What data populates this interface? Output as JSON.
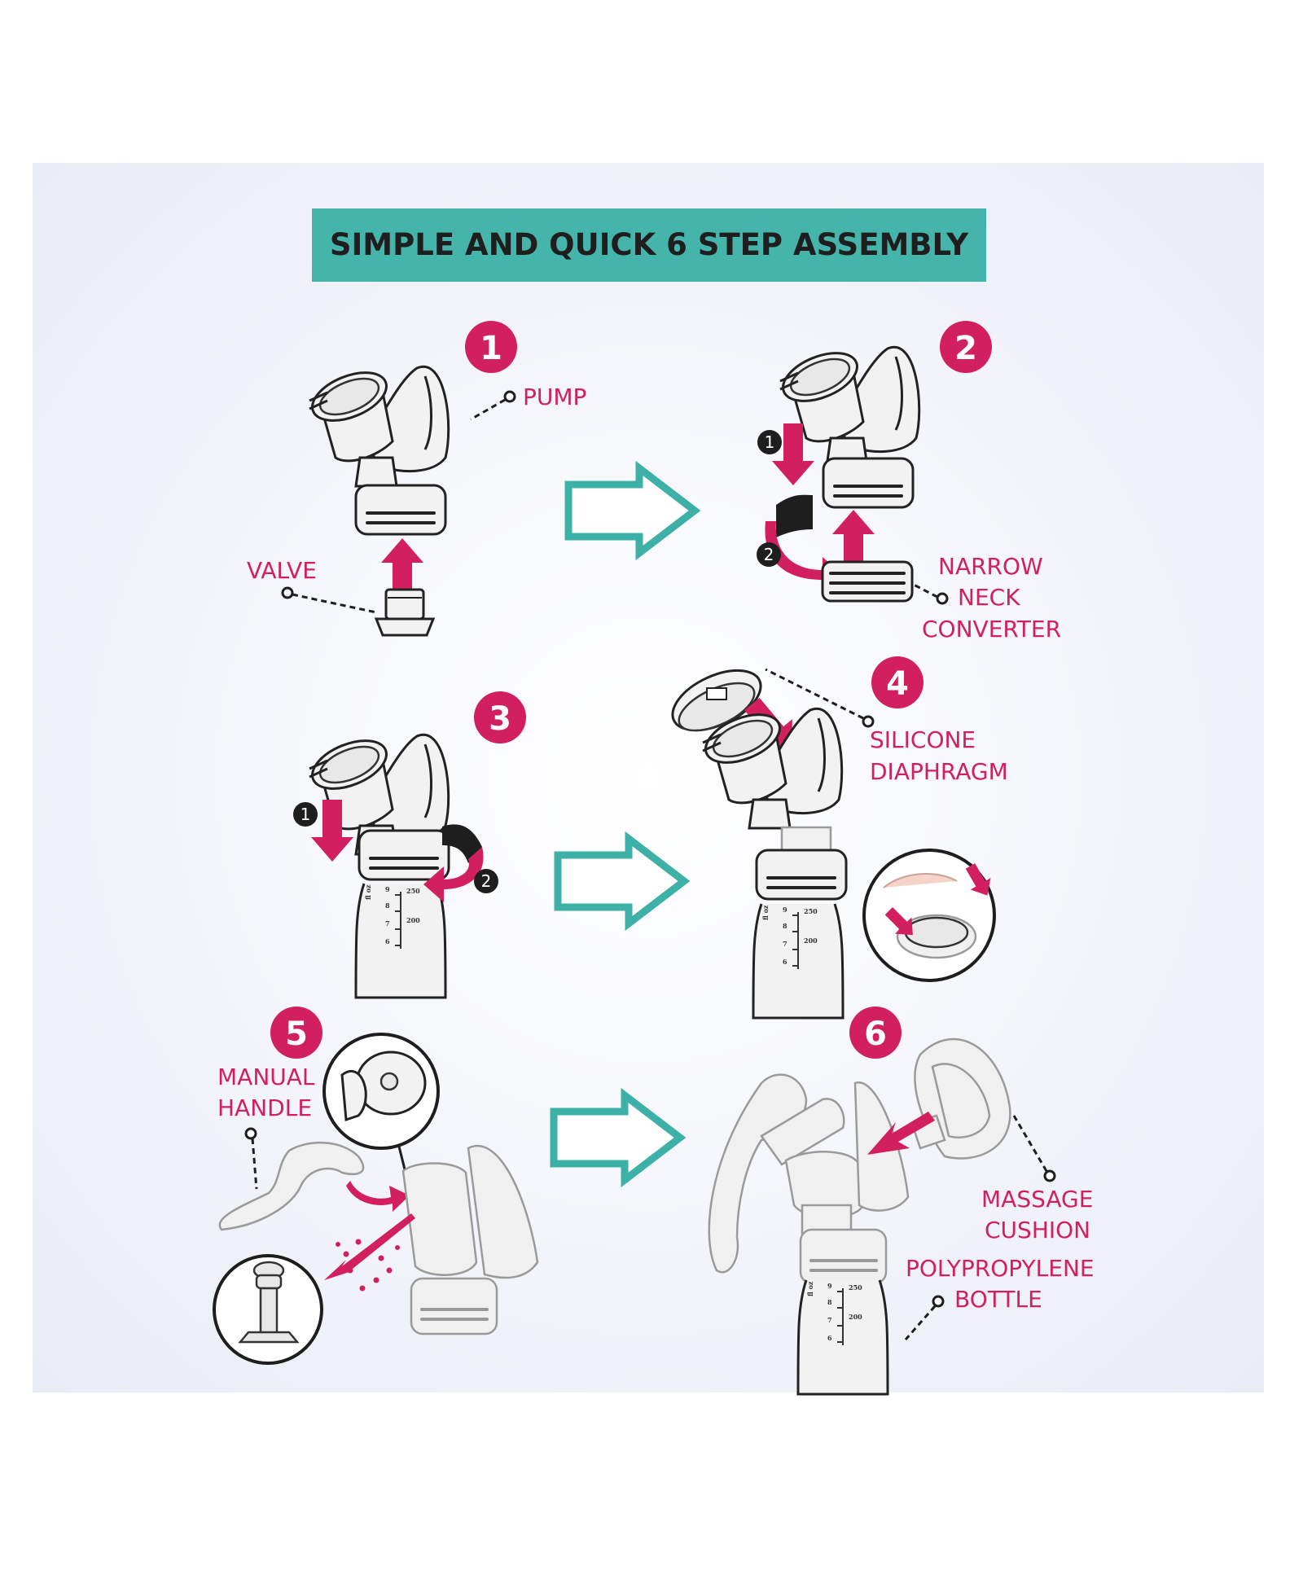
{
  "title": "SIMPLE AND QUICK 6 STEP ASSEMBLY",
  "colors": {
    "accent_teal": "#45b5ac",
    "brand_pink": "#d21f5d",
    "panel_bg": "#eef0f8",
    "title_text": "#1e1e1e"
  },
  "steps": [
    {
      "number": "1",
      "labels": [
        "PUMP",
        "VALVE"
      ],
      "sub_steps": []
    },
    {
      "number": "2",
      "labels": [
        "NARROW",
        "NECK",
        "CONVERTER"
      ],
      "sub_steps": [
        "1",
        "2"
      ]
    },
    {
      "number": "3",
      "labels": [],
      "sub_steps": [
        "1",
        "2"
      ]
    },
    {
      "number": "4",
      "labels": [
        "SILICONE",
        "DIAPHRAGM"
      ],
      "sub_steps": []
    },
    {
      "number": "5",
      "labels": [
        "MANUAL",
        "HANDLE"
      ],
      "sub_steps": []
    },
    {
      "number": "6",
      "labels": [
        "MASSAGE",
        "CUSHION",
        "POLYPROPYLENE",
        "BOTTLE"
      ],
      "sub_steps": []
    }
  ],
  "bottle_scale": {
    "unit": "fl oz",
    "oz_ticks": [
      "9",
      "8",
      "7",
      "6"
    ],
    "ml_ticks": [
      "250",
      "200"
    ]
  },
  "icons": [
    "right-arrow-icon",
    "down-arrow-icon",
    "up-arrow-icon",
    "rotate-arrow-icon"
  ]
}
